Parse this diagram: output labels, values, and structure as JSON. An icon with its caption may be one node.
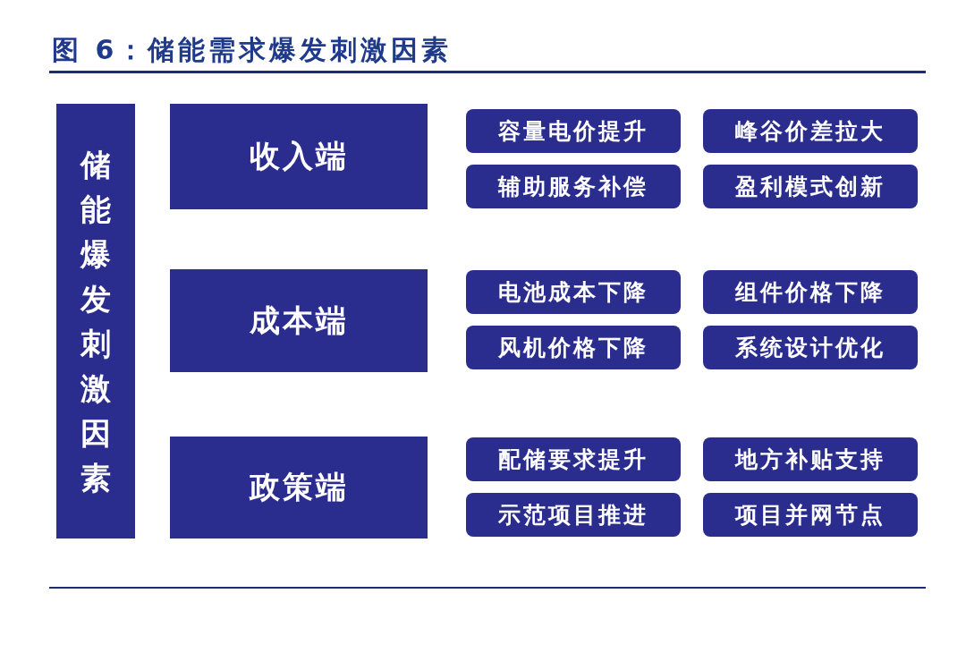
{
  "diagram": {
    "title": "图 6：储能需求爆发刺激因素",
    "nodes": [
      {
        "text": [
          "储能爆发刺激因素"
        ]
      },
      {
        "text": [
          "收入端"
        ]
      },
      {
        "text": [
          "容量电价提升"
        ]
      },
      {
        "text": [
          "峰谷价差拉大"
        ]
      },
      {
        "text": [
          "辅助服务补偿"
        ]
      },
      {
        "text": [
          "盈利模式创新"
        ]
      },
      {
        "text": [
          "成本端"
        ]
      },
      {
        "text": [
          "电池成本下降"
        ]
      },
      {
        "text": [
          "组件价格下降"
        ]
      },
      {
        "text": [
          "风机价格下降"
        ]
      },
      {
        "text": [
          "系统设计优化"
        ]
      },
      {
        "text": [
          "政策端"
        ]
      },
      {
        "text": [
          "配储要求提升"
        ]
      },
      {
        "text": [
          "地方补贴支持"
        ]
      },
      {
        "text": [
          "示范项目推进"
        ]
      },
      {
        "text": [
          "项目并网节点"
        ]
      }
    ]
  }
}
